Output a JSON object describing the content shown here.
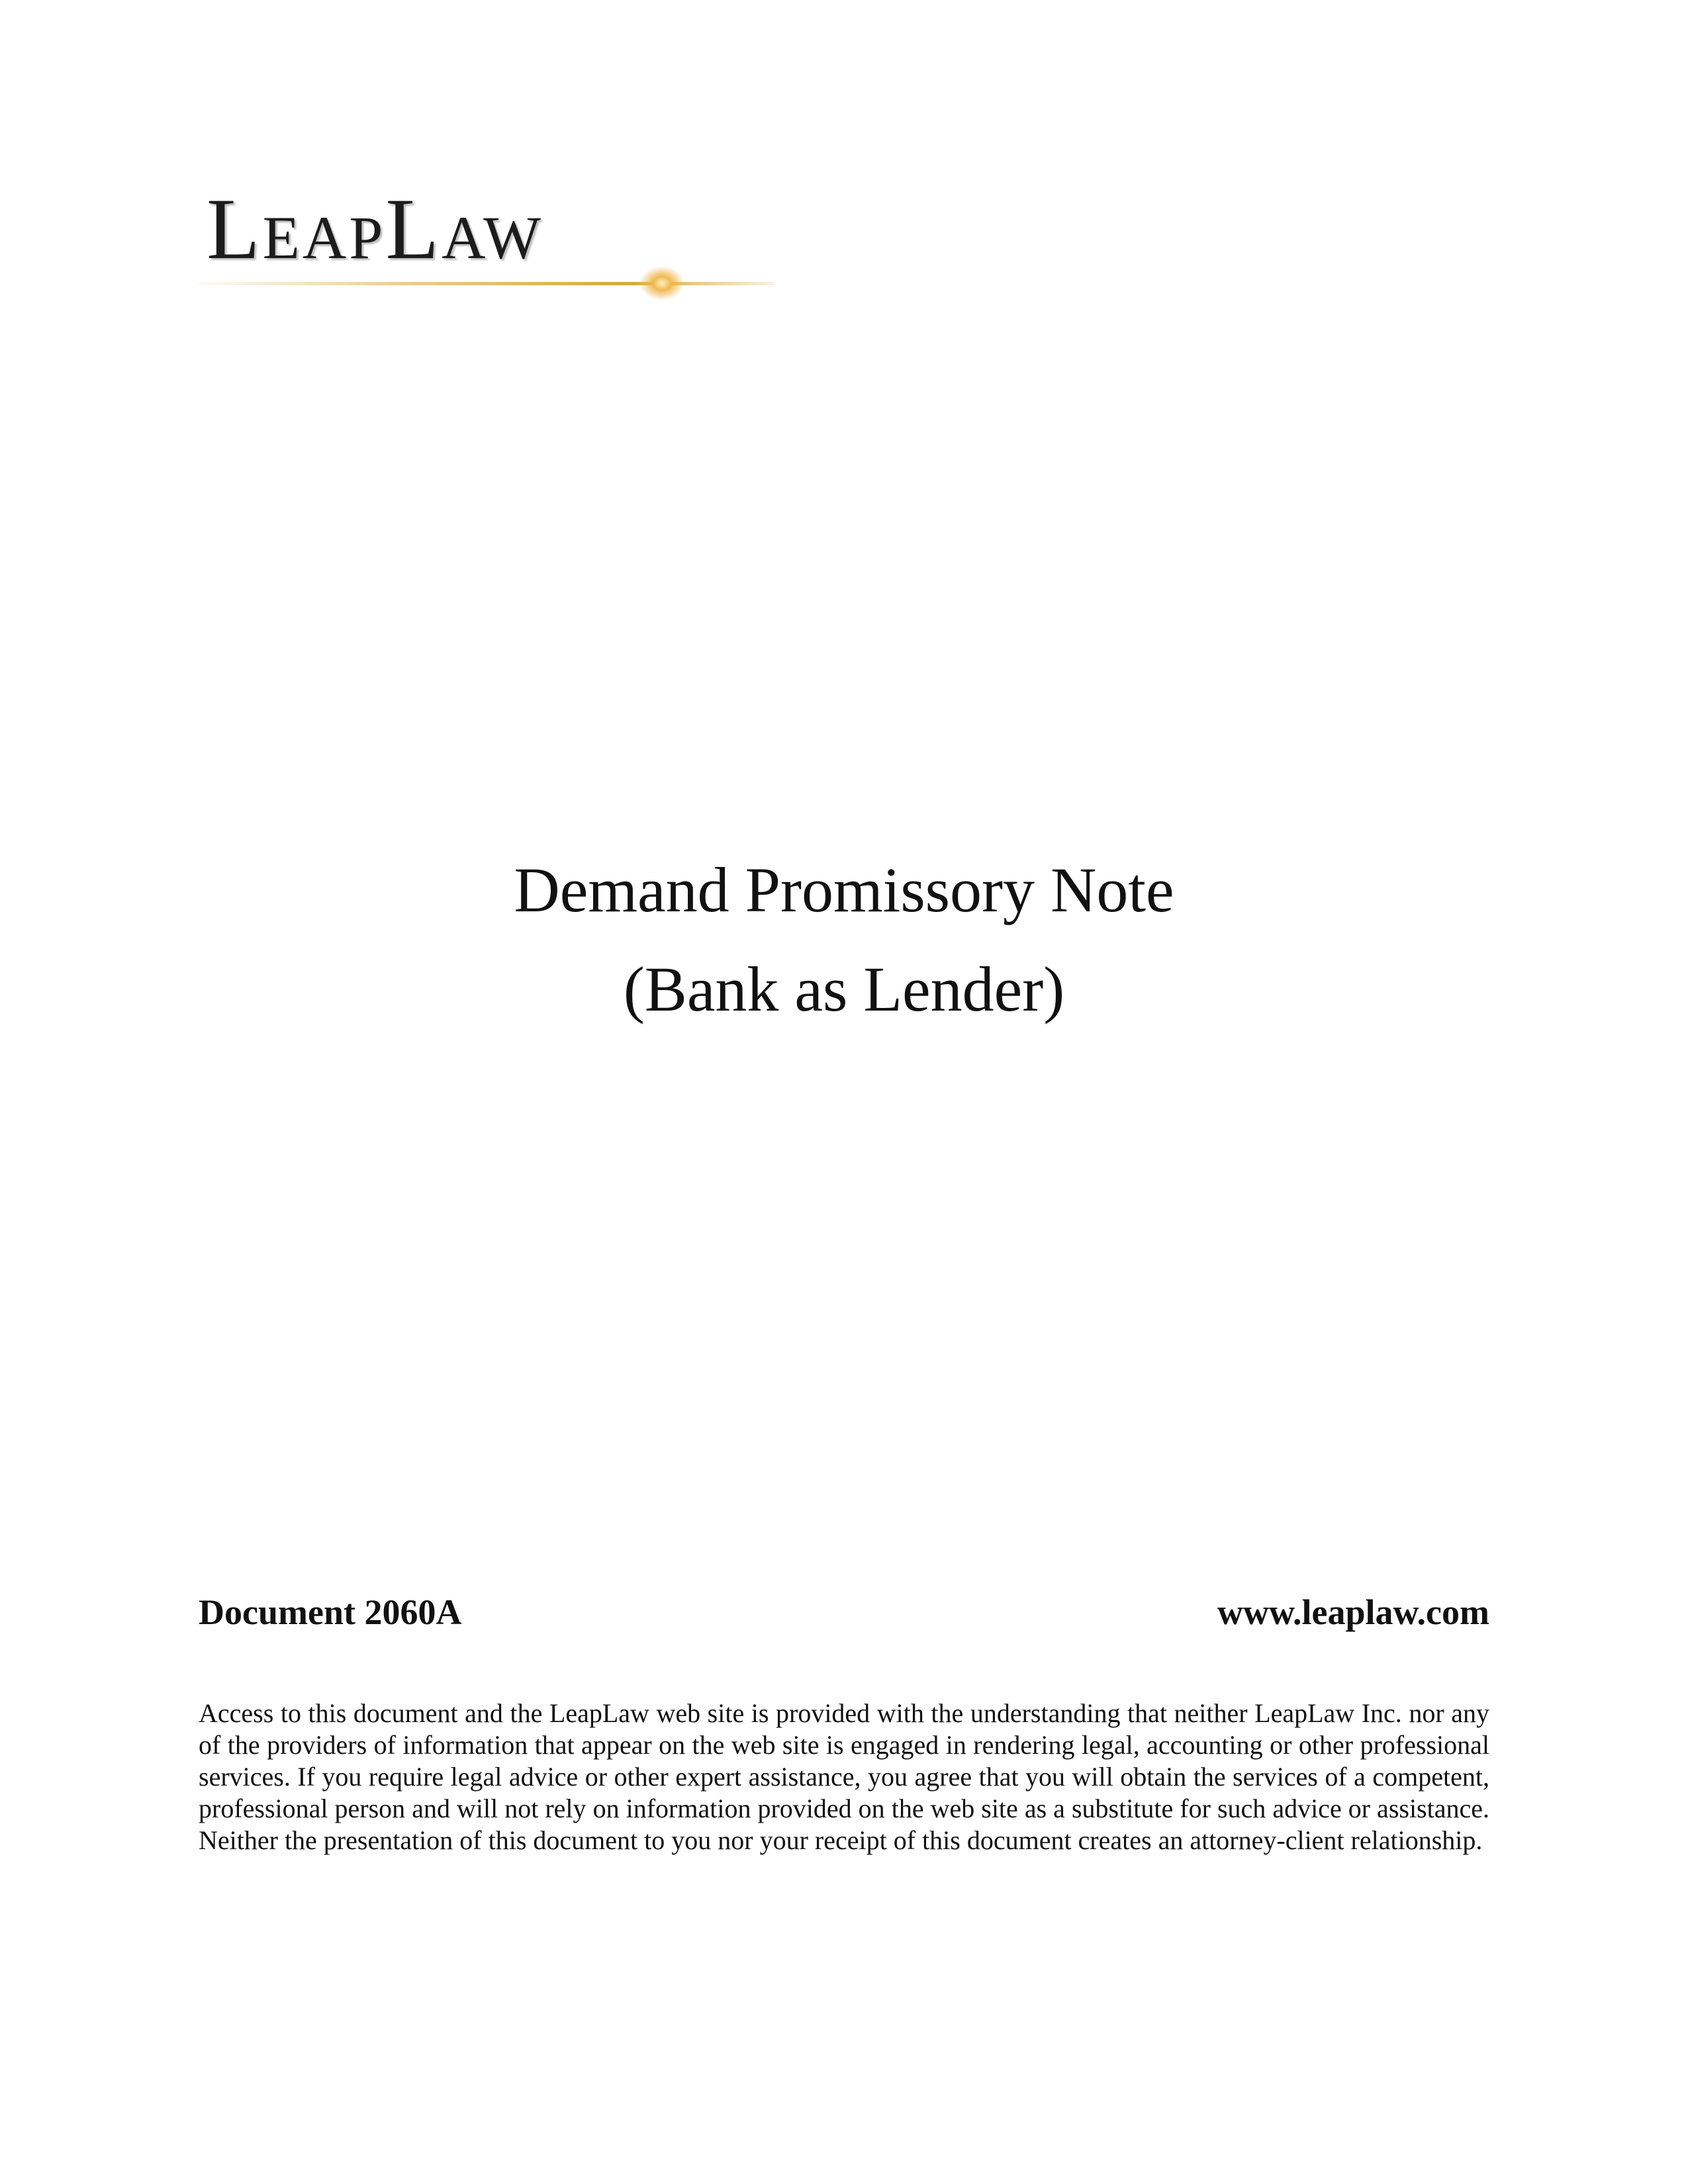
{
  "logo": {
    "text": "LeapLaw",
    "colors": {
      "text": "#1c1c1c",
      "swoosh": "#d8a838",
      "glow": "#f0b64a"
    }
  },
  "title": {
    "line1": "Demand Promissory Note",
    "line2": "(Bank as Lender)"
  },
  "footer": {
    "document_number": "Document 2060A",
    "website": "www.leaplaw.com",
    "disclaimer": "Access to this document and the LeapLaw web site is provided with the understanding that neither LeapLaw Inc. nor any of the providers of information that appear on the web site is engaged in rendering legal, accounting or other professional services.  If you require legal advice or other expert assistance, you agree that you will obtain the services of a competent, professional person and will not rely on information provided on the web site as a substitute for such advice or assistance.  Neither the presentation of this document to you nor your receipt of this document creates an attorney-client relationship."
  }
}
